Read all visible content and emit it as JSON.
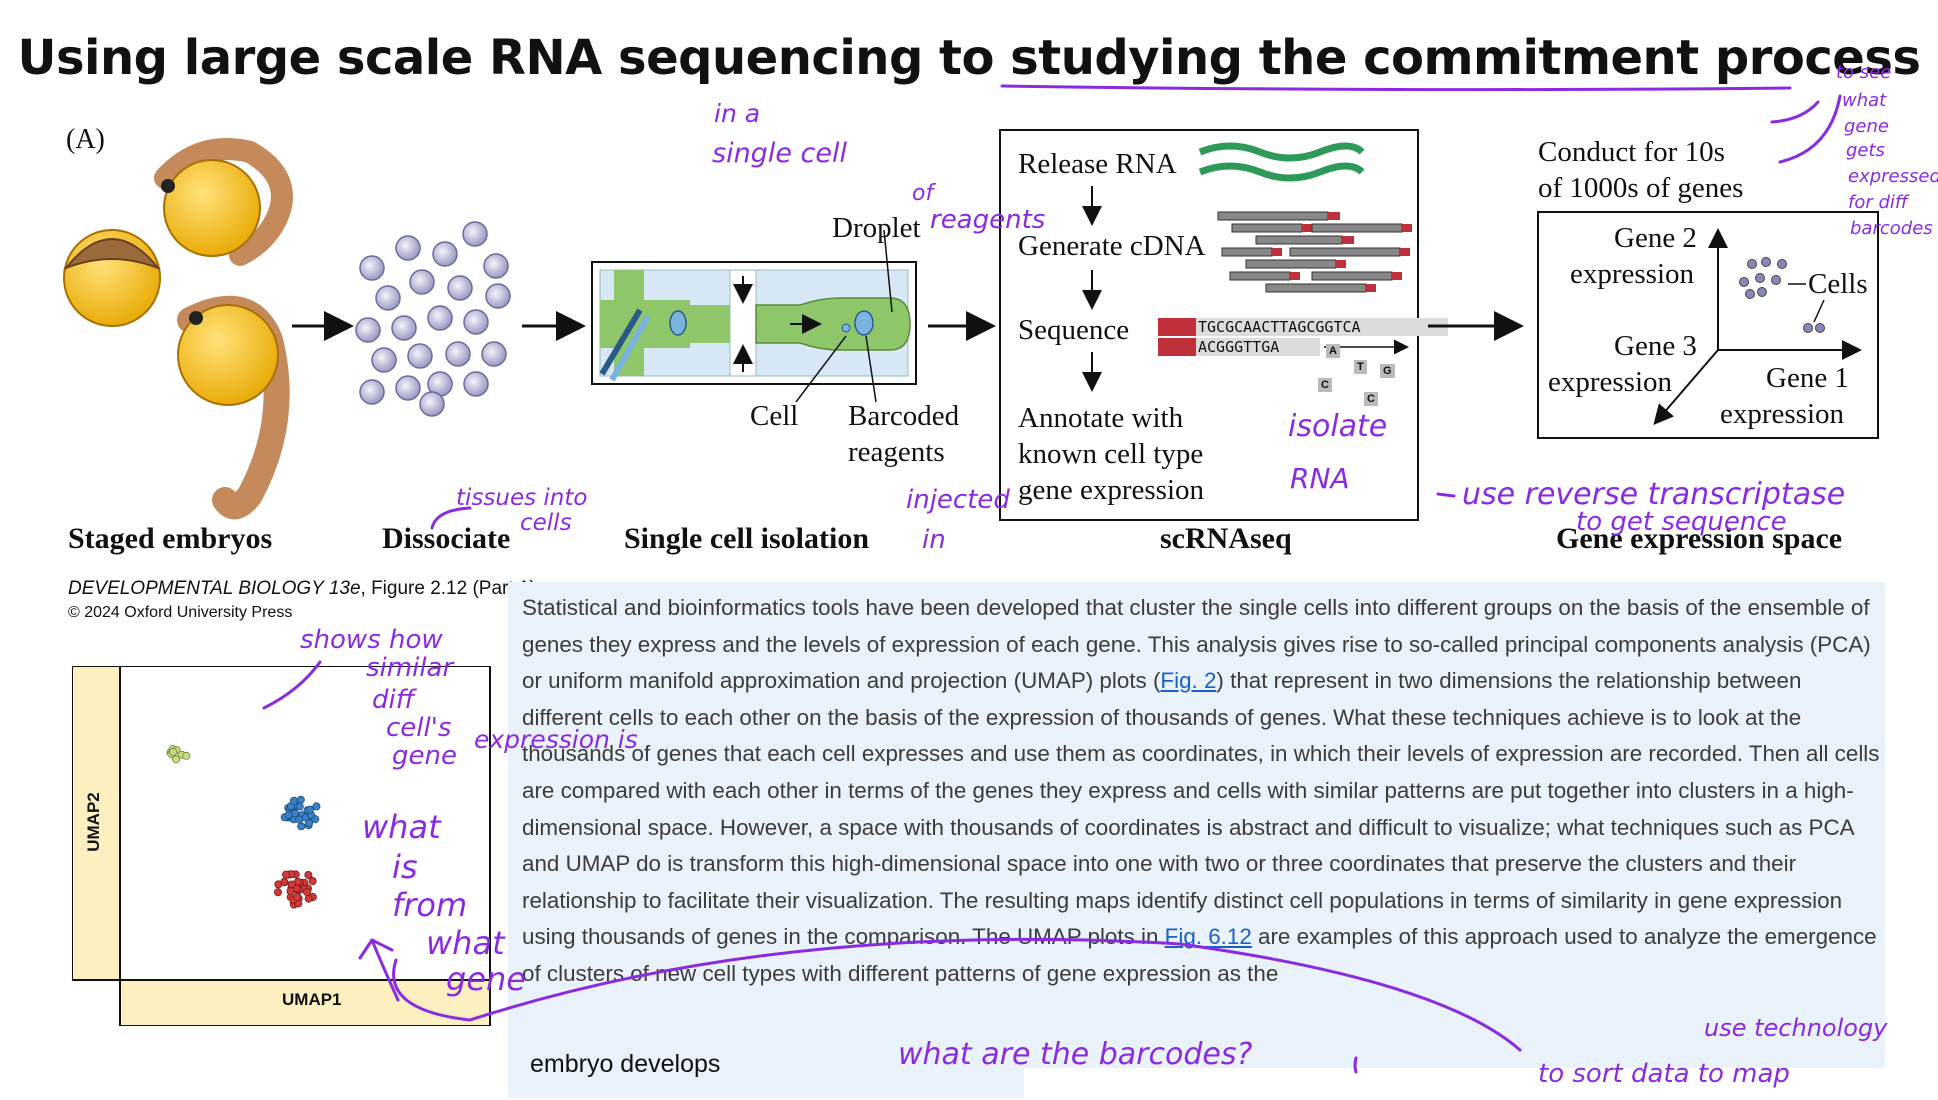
{
  "title": "Using large scale RNA sequencing to studying the commitment process",
  "figure": {
    "panel_label": "(A)",
    "stages": [
      "Staged embryos",
      "Dissociate",
      "Single cell isolation",
      "scRNAseq",
      "Gene expression space"
    ],
    "isolation_labels": {
      "droplet": "Droplet",
      "cell": "Cell",
      "barcoded": "Barcoded",
      "reagents": "reagents"
    },
    "scrnaseq_steps": [
      "Release RNA",
      "Generate cDNA",
      "Sequence"
    ],
    "annotate": [
      "Annotate with",
      "known cell type",
      "gene expression"
    ],
    "seq_top": "TGCGCAACTTAGCGGTCA",
    "seq_bottom": "ACGGGTTGA",
    "seq_letters": [
      "A",
      "T",
      "G",
      "C",
      "C"
    ],
    "conduct": [
      "Conduct for 10s",
      "of 1000s of genes"
    ],
    "gene_space": {
      "gene2": [
        "Gene 2",
        "expression"
      ],
      "gene3": [
        "Gene 3",
        "expression"
      ],
      "gene1": [
        "Gene 1",
        "expression"
      ],
      "cells": "Cells"
    },
    "caption_book": "DEVELOPMENTAL BIOLOGY 13e",
    "caption_fig": ", Figure 2.12 (Part 1)",
    "copyright": "© 2024 Oxford University Press"
  },
  "umap": {
    "xlabel": "UMAP1",
    "ylabel": "UMAP2"
  },
  "paragraph": {
    "p1": "Statistical and bioinformatics tools have been developed that cluster the single cells into different groups on the basis of the ensemble of genes they express and the levels of expression of each gene. This analysis gives rise to so-called principal components analysis (PCA) or uniform manifold approximation and projection (UMAP) plots (",
    "link1": "Fig. 2",
    "p2": ") that represent in two dimensions the relationship between different cells to each other on the basis of the expression of thousands of genes. What these techniques achieve is to look at the thousands of genes that each cell expresses and use them as coordinates, in which their levels of expression are recorded. Then all cells are compared with each other in terms of the genes they express and cells with similar patterns are put together into clusters in a high-dimensional space. However, a space with thousands of coordinates is abstract and difficult to visualize; what techniques such as PCA and UMAP do is transform this high-dimensional space into one with two or three coordinates that preserve the clusters and their relationship to facilitate their visualization. The resulting maps identify distinct cell populations in terms of similarity in gene expression using thousands of genes in the comparison. The UMAP plots in ",
    "link2": "Fig. 6.12",
    "p3": " are examples of this approach used to analyze the emergence of clusters of new cell types with different patterns of gene expression as the",
    "tail": "embryo develops"
  },
  "annotations": {
    "in_a_single_cell": [
      "in a",
      "single cell"
    ],
    "of_reagents": [
      "of",
      "reagents"
    ],
    "tissues_into_cells": [
      "tissues into",
      "cells"
    ],
    "injected_in": [
      "injected",
      "in"
    ],
    "isolate_rna": [
      "isolate",
      "RNA"
    ],
    "reverse": [
      "use reverse transcriptase",
      "to get sequence"
    ],
    "to_see": [
      "to see",
      "what",
      "gene",
      "gets",
      "expressed",
      "for diff",
      "barcodes"
    ],
    "shows_how": [
      "shows how",
      "similar",
      "diff",
      "cell's",
      "gene",
      "expression is"
    ],
    "what_is_from": [
      "what",
      "is",
      "from",
      "what",
      "gene"
    ],
    "what_barcodes": "what are the barcodes?",
    "use_technology": [
      "use technology",
      "to sort data to map"
    ]
  }
}
